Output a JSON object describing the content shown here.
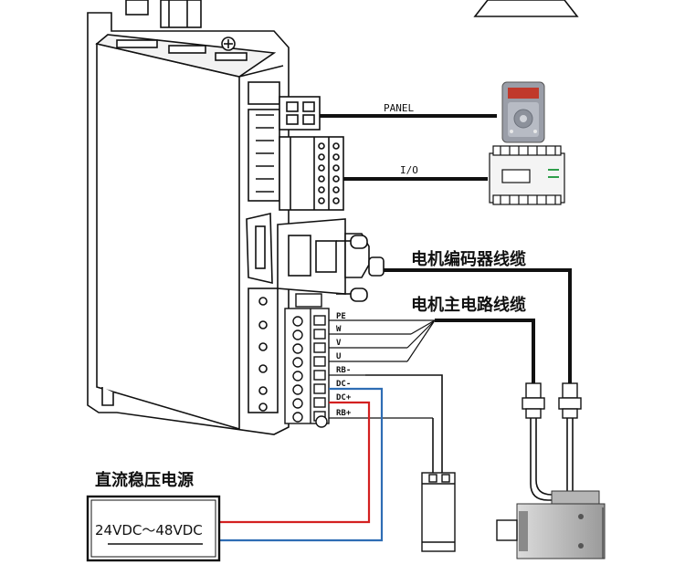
{
  "labels": {
    "panel": "PANEL",
    "io": "I/O",
    "encoder_cable": "电机编码器线缆",
    "main_circuit_cable": "电机主电路线缆",
    "dc_supply_title": "直流稳压电源",
    "dc_supply_range": "24VDC～48VDC"
  },
  "terminals": [
    "PE",
    "W",
    "V",
    "U",
    "RB-",
    "DC-",
    "DC+",
    "RB+"
  ],
  "colors": {
    "line": "#111111",
    "dc_positive": "#d32020",
    "dc_negative": "#2e6db4",
    "panel_screen": "#c0392b"
  }
}
